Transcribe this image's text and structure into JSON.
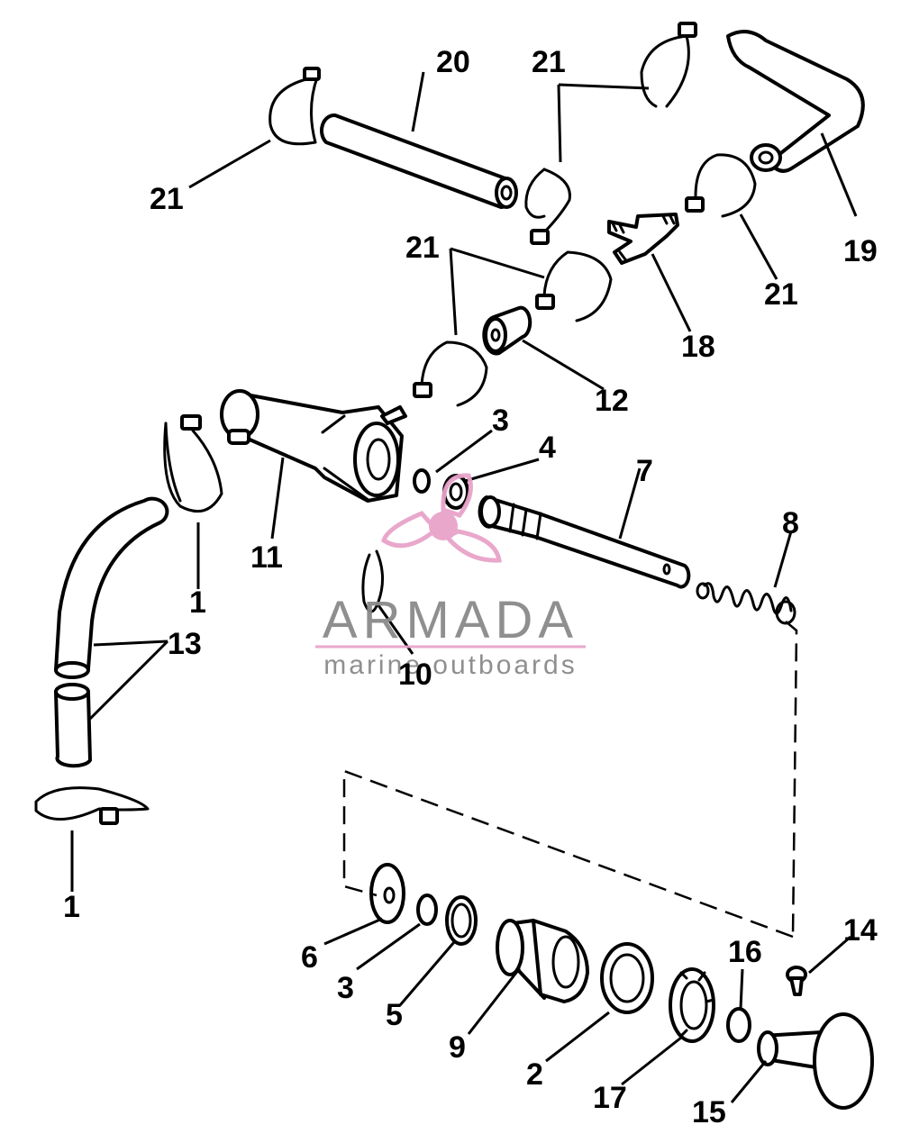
{
  "diagram": {
    "callouts": {
      "c1a": "1",
      "c1b": "1",
      "c2": "2",
      "c3a": "3",
      "c3b": "3",
      "c4": "4",
      "c5": "5",
      "c6": "6",
      "c7": "7",
      "c8": "8",
      "c9": "9",
      "c10": "10",
      "c11": "11",
      "c12": "12",
      "c13": "13",
      "c14": "14",
      "c15": "15",
      "c16": "16",
      "c17": "17",
      "c18": "18",
      "c19": "19",
      "c20": "20",
      "c21a": "21",
      "c21b": "21",
      "c21c": "21",
      "c21d": "21"
    }
  },
  "watermark": {
    "name": "ARMADA",
    "tagline": "marine outboards",
    "accent_color": "#e8a3c9",
    "text_color": "#8a8a8a"
  }
}
